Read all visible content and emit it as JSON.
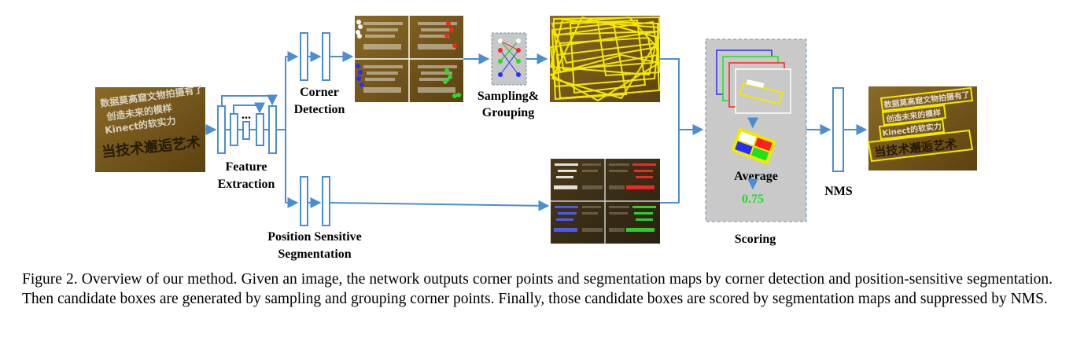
{
  "diagram": {
    "input_text_lines": [
      "数据莫高窟文物拍摄有了",
      "创造未来的模样",
      "Kinect的软实力",
      "当技术邂逅艺术"
    ],
    "labels": {
      "feature_extraction_1": "Feature",
      "feature_extraction_2": "Extraction",
      "ellipsis": "...",
      "corner_detection_1": "Corner",
      "corner_detection_2": "Detection",
      "sampling_1": "Sampling&",
      "sampling_2": "Grouping",
      "position_1": "Position Sensitive",
      "position_2": "Segmentation",
      "average": "Average",
      "score_value": "0.75",
      "scoring": "Scoring",
      "nms": "NMS"
    },
    "colors": {
      "arrow": "#4a8ed0",
      "photo_bg": "#7a5a1c",
      "box_yellow": "#f4e800",
      "corner_white": "#ffffff",
      "corner_red": "#ff2020",
      "corner_blue": "#2430ff",
      "corner_green": "#20e020",
      "score_green": "#22dd22",
      "scoring_panel": "#c9c9c9"
    }
  },
  "caption": {
    "text": "Figure 2. Overview of our method. Given an image, the network outputs corner points and segmentation maps by corner detection and position-sensitive segmentation. Then candidate boxes are generated by sampling and grouping corner points. Finally, those candidate boxes are scored by segmentation maps and suppressed by NMS."
  }
}
